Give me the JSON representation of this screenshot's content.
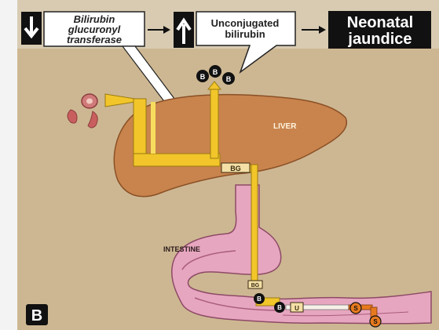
{
  "header": {
    "step1": {
      "arrow": "down-arrow-icon",
      "lines": [
        "Bilirubin",
        "glucuronyl",
        "transferase"
      ]
    },
    "step2": {
      "arrow": "up-arrow-icon",
      "lines": [
        "Unconjugated",
        "bilirubin"
      ]
    },
    "step3": {
      "lines": [
        "Neonatal",
        "jaundice"
      ]
    }
  },
  "labels": {
    "liver": "LIVER",
    "intestine": "INTESTINE",
    "bg": "BG",
    "b": "B",
    "u": "U",
    "s": "S",
    "panel": "B"
  },
  "colors": {
    "panel_bg": "#cdb792",
    "liver": "#c9844d",
    "yellow_pathway": "#f2c62a",
    "intestine": "#e7a6bf",
    "orange_pathway": "#e77a1f",
    "header_black": "#111111"
  }
}
